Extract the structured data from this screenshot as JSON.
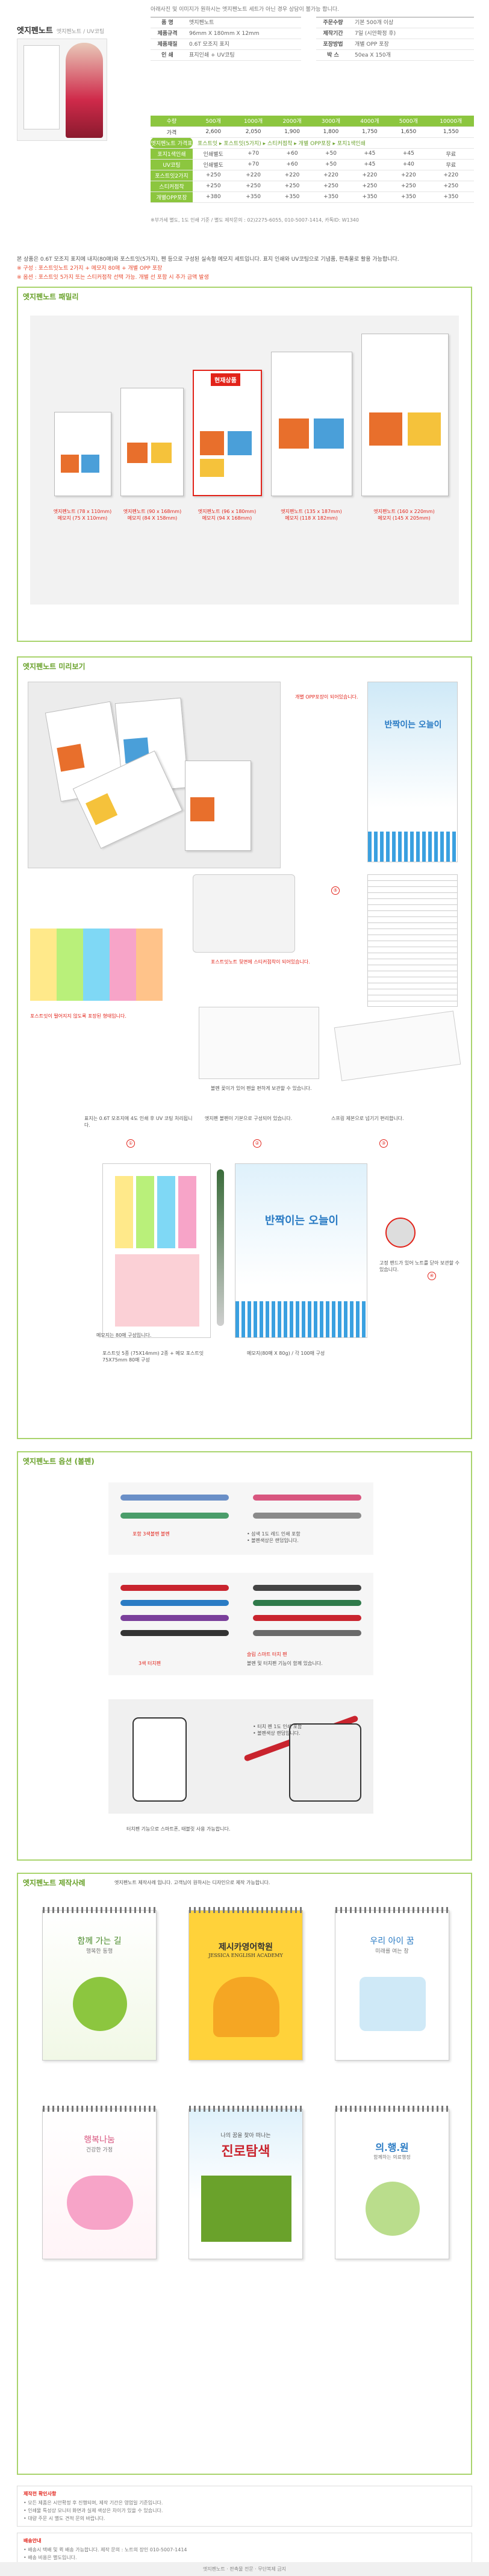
{
  "header": {
    "title": "엣지펜노트",
    "subtitle": "엣지펜노트 / UV코팅",
    "note": "아래사진 및 이미지가 원하시는 엣지펜노트 세트가 아닌 경우 상담이 불가능 합니다.",
    "spec_left": [
      {
        "k": "품 명",
        "v": "엣지펜노트"
      },
      {
        "k": "제품규격",
        "v": "96mm X 180mm X 12mm"
      },
      {
        "k": "제품재질",
        "v": "0.6T 모조지 표지"
      },
      {
        "k": "인 쇄",
        "v": "표지인쇄 + UV코팅"
      }
    ],
    "spec_right": [
      {
        "k": "주문수량",
        "v": "기본 500개 이상"
      },
      {
        "k": "제작기간",
        "v": "7일 (시안확정 후)"
      },
      {
        "k": "포장방법",
        "v": "개별 OPP 포장"
      },
      {
        "k": "박 스",
        "v": "50ea X 150개"
      }
    ]
  },
  "price": {
    "qty_label": "수량",
    "qtys": [
      "500개",
      "1000개",
      "2000개",
      "3000개",
      "4000개",
      "5000개",
      "10000개"
    ],
    "base_label": "가격",
    "base": [
      "2,600",
      "2,050",
      "1,900",
      "1,800",
      "1,750",
      "1,650",
      "1,550"
    ],
    "options_header": "엣지펜노트 가격표",
    "options_chips": "포스트잇 ▸ 포스트잇(5가지) ▸ 스티커점착 ▸ 개별 OPP포장 ▸ 포지1색인쇄",
    "rows": [
      {
        "name": "포지1색인쇄",
        "sub": "인쇄별도",
        "vals": [
          "+70",
          "+60",
          "+50",
          "+45",
          "+45",
          "무료"
        ]
      },
      {
        "name": "UV코팅",
        "sub": "인쇄별도",
        "vals": [
          "+70",
          "+60",
          "+50",
          "+45",
          "+40",
          "무료"
        ]
      },
      {
        "name": "포스트잇2가지",
        "sub": "+250",
        "vals": [
          "+220",
          "+220",
          "+220",
          "+220",
          "+220",
          "+220"
        ]
      },
      {
        "name": "스티커점착",
        "sub": "+250",
        "vals": [
          "+250",
          "+250",
          "+250",
          "+250",
          "+250",
          "+250"
        ]
      },
      {
        "name": "개별OPP포장",
        "sub": "+380",
        "vals": [
          "+350",
          "+350",
          "+350",
          "+350",
          "+350",
          "+350"
        ]
      }
    ],
    "footnote": "※부가세 별도, 1도 인쇄 기준 / 별도 제작문의 : 02)2275-6055, 010-5007-1414, 카톡ID: W1340"
  },
  "intro": {
    "line1": "본 상품은 0.6T 모조지 표지에 내지(80매)와 포스트잇(5가지), 펜 등으로 구성된 실속형 메모지 세트입니다. 표지 인쇄와 UV코팅으로 기념품, 판촉물로 활용 가능합니다.",
    "line2": "※ 구성 : 포스트잇노트 2가지 + 메모지 80매 + 개별 OPP 포장",
    "line3": "※ 옵션 : 포스트잇 5가지 또는 스티커점착 선택 가능. 개별 선 포함 시 추가 금액 발생"
  },
  "sect1": {
    "title": "엣지펜노트 패밀리",
    "current_tag": "현재상품",
    "sizes": [
      {
        "name": "엣지펜노트 (78 x 110mm)",
        "inner": "메모지 (75 X 110mm)"
      },
      {
        "name": "엣지펜노트 (90 x 168mm)",
        "inner": "메모지 (84 X 158mm)"
      },
      {
        "name": "엣지펜노트 (96 x 180mm)",
        "inner": "메모지 (94 X 168mm)"
      },
      {
        "name": "엣지펜노트 (135 x 187mm)",
        "inner": "메모지 (118 X 182mm)"
      },
      {
        "name": "엣지펜노트 (160 x 220mm)",
        "inner": "메모지 (145 X 205mm)"
      }
    ]
  },
  "sect2": {
    "title": "엣지펜노트 미리보기",
    "note_opp": "개별 OPP포장이 되어있습니다.",
    "note_stickers": "포스트잇노트 뒷면에 스티커점착이 되어있습니다.",
    "note_sticky_stack": "포스트잇이 떨어지지 않도록 포장된 형태입니다.",
    "note_pen": "엣지펜 볼펜이 기본으로 구성되어 있습니다.",
    "note_inner": "메모지는 80매 구성입니다.",
    "note_cover": "표지는 0.6T 모조지에 4도 인쇄 후 UV 코팅 처리됩니다.",
    "note_pen_holder": "볼펜 꽂이가 있어 펜을 편하게 보관할 수 있습니다.",
    "note_spring": "스프링 제본으로 넘기기 편리합니다.",
    "note_close": "고정 밴드가 있어 노트를 닫아 보관할 수 있습니다.",
    "caption_post": "포스트잇 5종 (75X14mm) 2종 + 메모 포스트잇 75X75mm 80매 구성",
    "caption_memo": "메모지(80매 X 80g) / 각 100매 구성",
    "notebook_title": "반짝이는 오늘이",
    "num": [
      "①",
      "②",
      "③",
      "④",
      "⑤"
    ]
  },
  "sect3": {
    "title": "엣지펜노트 옵션 (볼펜)",
    "pen1": "포함 3색볼펜 볼펜",
    "pen1_note": "• 삼색 1도 레드 인쇄 포함\n• 볼펜색상은 랜덤입니다.",
    "pen2": "3색 터치펜",
    "pen2_note": "슬림 스마트 터치 펜",
    "pen2_sub": "볼펜 및 터치펜 기능이 함께 있습니다.",
    "pen3_note": "• 터치 펜 1도 인쇄 포함\n• 볼펜색상 랜덤입니다.",
    "touch_note": "터치펜 기능으로 스마트폰, 태블릿 사용 가능합니다."
  },
  "sect4": {
    "title": "엣지펜노트 제작사례",
    "subtitle": "엣지펜노트 제작사례 입니다. 고객님이 원하시는 디자인으로 제작 가능합니다.",
    "covers": [
      {
        "title": "함께 가는 길",
        "sub": "행복한 동행"
      },
      {
        "title": "제시카영어학원",
        "sub": "JESSICA ENGLISH ACADEMY"
      },
      {
        "title": "우리 아이 꿈",
        "sub": "미래를 여는 창"
      },
      {
        "title": "행복나눔",
        "sub": "건강한 가정"
      },
      {
        "title": "진로탐색",
        "sub": "나의 꿈을 찾아 떠나는"
      },
      {
        "title": "의.행.원",
        "sub": "함께하는 의료행정"
      }
    ]
  },
  "footer": {
    "box1_title": "제작전 확인사항",
    "box1": "• 모든 제품은 시안확정 후 진행되며, 제작 기간은 영업일 기준입니다.\n• 인쇄물 특성상 모니터 화면과 실제 색상은 차이가 있을 수 있습니다.\n• 대량 주문 시 별도 견적 문의 바랍니다.",
    "box2_title": "배송안내",
    "box2": "• 배송시 택배 및 퀵 배송 가능합니다. 제작 문의 : 노트의 장인 010-5007-1414\n• 배송 비용은 별도입니다.",
    "bottom": "엣지펜노트 · 판촉물 전문 · 무단복제 금지"
  },
  "colors": {
    "accent": "#8cc63f",
    "red": "#e2231a",
    "orange": "#e86f2c"
  }
}
